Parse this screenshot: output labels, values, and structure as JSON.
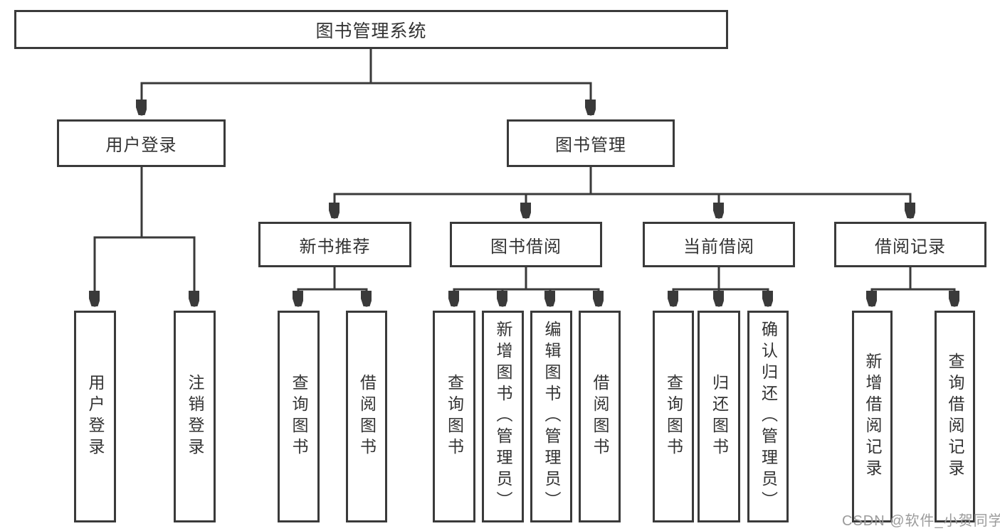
{
  "diagram": {
    "tree": {
      "label": "图书管理系统",
      "children": [
        {
          "label": "用户登录",
          "children": [
            {
              "label": "用户登录"
            },
            {
              "label": "注销登录"
            }
          ]
        },
        {
          "label": "图书管理",
          "children": [
            {
              "label": "新书推荐",
              "children": [
                {
                  "label": "查询图书"
                },
                {
                  "label": "借阅图书"
                }
              ]
            },
            {
              "label": "图书借阅",
              "children": [
                {
                  "label": "查询图书"
                },
                {
                  "label": "新增图书（管理员）"
                },
                {
                  "label": "编辑图书（管理员）"
                },
                {
                  "label": "借阅图书"
                }
              ]
            },
            {
              "label": "当前借阅",
              "children": [
                {
                  "label": "查询图书"
                },
                {
                  "label": "归还图书"
                },
                {
                  "label": "确认归还（管理员）"
                }
              ]
            },
            {
              "label": "借阅记录",
              "children": [
                {
                  "label": "新增借阅记录"
                },
                {
                  "label": "查询借阅记录"
                }
              ]
            }
          ]
        }
      ]
    },
    "colors": {
      "line": "#3a3a3a",
      "text": "#333333",
      "node_fill": "#ffffff",
      "background": "#ffffff",
      "watermark": "#9b9b9b"
    }
  },
  "watermark": {
    "text": "CSDN @软件_小贺同学"
  }
}
